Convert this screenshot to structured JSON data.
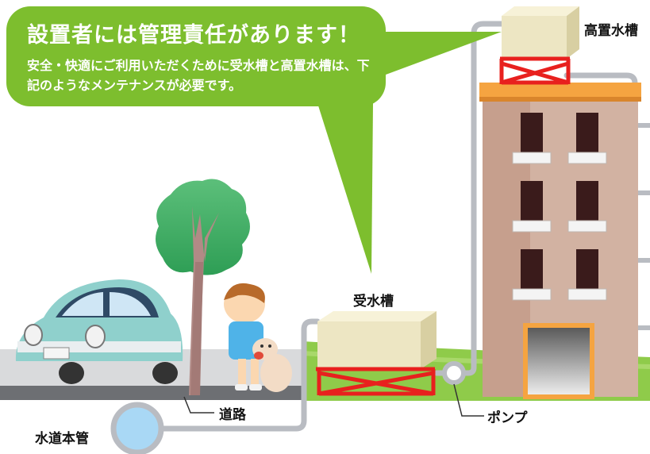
{
  "bubble": {
    "title": "設置者には管理責任があります！",
    "body": "安全・快適にご利用いただくために受水槽と高置水槽は、下記のようなメンテナンスが必要です。"
  },
  "labels": {
    "elevated_tank": "高置水槽",
    "receiving_tank": "受水槽",
    "road": "道路",
    "pump": "ポンプ",
    "water_main": "水道本管"
  },
  "colors": {
    "bubble_green": "#7dbe2e",
    "tank_beige": "#ede6c3",
    "tank_frame_red": "#e8201e",
    "pipe_gray": "#b9bcc2",
    "building_wall": "#d2b2a2",
    "building_roof": "#f5a441",
    "grass_green": "#8fcb4a",
    "car_teal": "#8fd0cc",
    "water_main_blue": "#a9d8f5"
  }
}
